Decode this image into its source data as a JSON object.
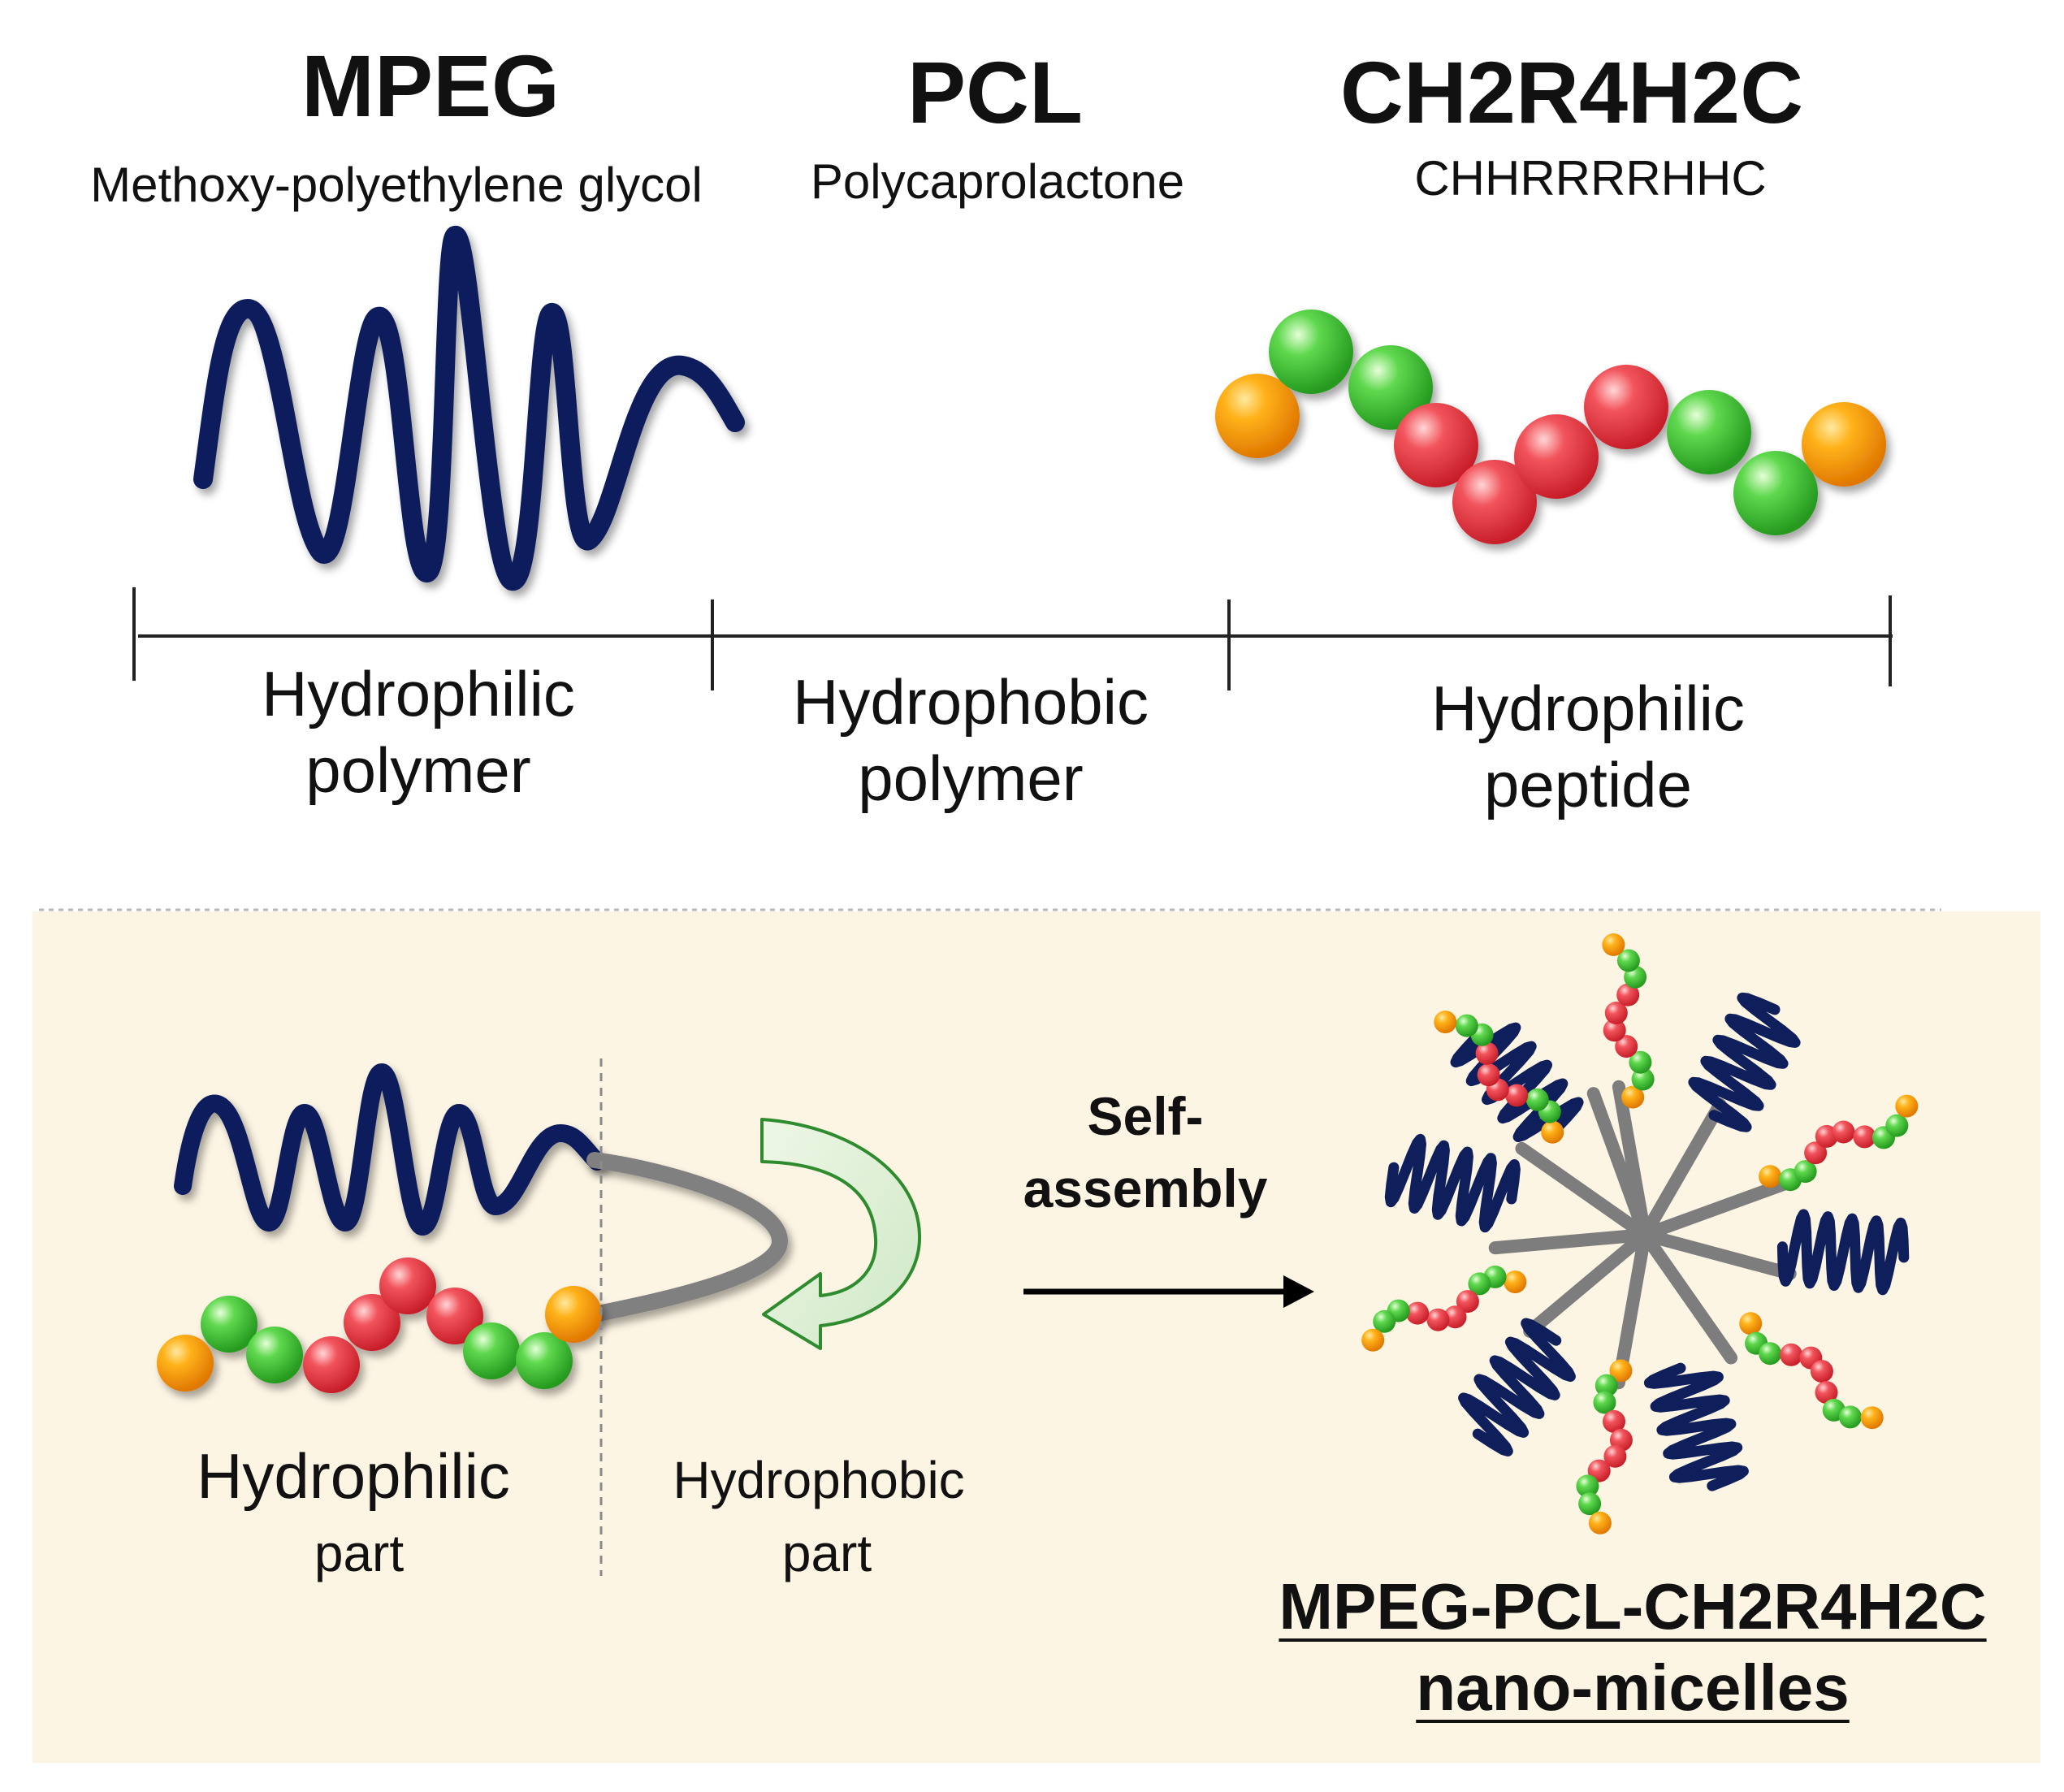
{
  "top": {
    "blocks": [
      {
        "title": "MPEG",
        "subtitle": "Methoxy-polyethylene  glycol"
      },
      {
        "title": "PCL",
        "subtitle": "Polycaprolactone"
      },
      {
        "title": "CH2R4H2C",
        "subtitle": "CHHRRRRHHC"
      }
    ],
    "segments": [
      {
        "line1": "Hydrophilic",
        "line2": "polymer"
      },
      {
        "line1": "Hydrophobic",
        "line2": "polymer"
      },
      {
        "line1": "Hydrophilic",
        "line2": "peptide"
      }
    ]
  },
  "bottom": {
    "hydrophilic_part": {
      "line1": "Hydrophilic",
      "line2": "part"
    },
    "hydrophobic_part": {
      "line1": "Hydrophobic",
      "line2": "part"
    },
    "arrow_label": {
      "line1": "Self-",
      "line2": "assembly"
    },
    "product": {
      "line1": "MPEG-PCL-CH2R4H2C",
      "line2": "nano-micelles"
    }
  },
  "colors": {
    "peg": "#0e1f5c",
    "pcl": "#808080",
    "cys": "#f59b00",
    "his": "#3dc23a",
    "arg": "#ef3f48",
    "panel": "#fdf5e4",
    "curl_arrow": "#2e8b2e"
  }
}
